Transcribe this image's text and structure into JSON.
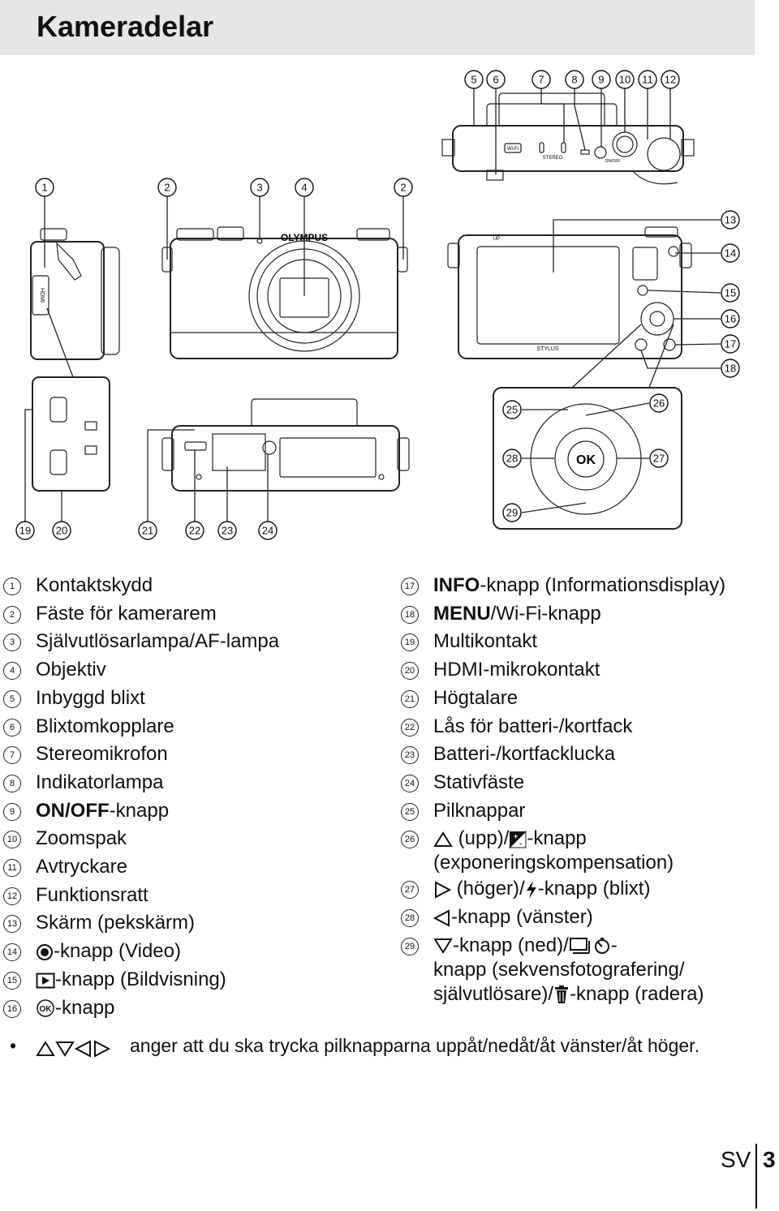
{
  "header": {
    "title": "Kameradelar"
  },
  "callouts": {
    "top": [
      "5",
      "6",
      "7",
      "8",
      "9",
      "10",
      "11",
      "12"
    ],
    "front": [
      "1",
      "2",
      "3",
      "4",
      "2"
    ],
    "back": [
      "13",
      "14",
      "15",
      "16",
      "17",
      "18"
    ],
    "bottom": [
      "19",
      "20",
      "21",
      "22",
      "23",
      "24"
    ],
    "dial": [
      "25",
      "26",
      "27",
      "28",
      "29"
    ]
  },
  "camera_labels": {
    "brand": "OLYMPUS",
    "model": "STYLUS",
    "dial_center": "OK",
    "port": "HDMI",
    "wifi": "Wi-Fi",
    "stereo": "STEREO",
    "flash_up": "UP",
    "onoff": "ON/OFF"
  },
  "left_items": [
    {
      "num": "1",
      "text": "Kontaktskydd"
    },
    {
      "num": "2",
      "text": "Fäste för kamerarem"
    },
    {
      "num": "3",
      "text": "Självutlösarlampa/AF-lampa"
    },
    {
      "num": "4",
      "text": "Objektiv"
    },
    {
      "num": "5",
      "text": "Inbyggd blixt"
    },
    {
      "num": "6",
      "text": "Blixtomkopplare"
    },
    {
      "num": "7",
      "text": "Stereomikrofon"
    },
    {
      "num": "8",
      "text": "Indikatorlampa"
    },
    {
      "num": "9",
      "bold": "ON/OFF",
      "text": "-knapp"
    },
    {
      "num": "10",
      "text": "Zoomspak"
    },
    {
      "num": "11",
      "text": "Avtryckare"
    },
    {
      "num": "12",
      "text": "Funktionsratt"
    },
    {
      "num": "13",
      "text": "Skärm (pekskärm)"
    },
    {
      "num": "14",
      "icon": "movie-icon",
      "text": "-knapp (Video)"
    },
    {
      "num": "15",
      "icon": "playback-icon",
      "text": "-knapp (Bildvisning)"
    },
    {
      "num": "16",
      "icon": "ok-icon",
      "text": "-knapp"
    }
  ],
  "right_items": [
    {
      "num": "17",
      "bold": "INFO",
      "text": "-knapp (Informationsdisplay)"
    },
    {
      "num": "18",
      "bold": "MENU",
      "text": "/Wi-Fi-knapp"
    },
    {
      "num": "19",
      "text": "Multikontakt"
    },
    {
      "num": "20",
      "text": "HDMI-mikrokontakt"
    },
    {
      "num": "21",
      "text": "Högtalare"
    },
    {
      "num": "22",
      "text": "Lås för batteri-/kortfack"
    },
    {
      "num": "23",
      "text": "Batteri-/kortfacklucka"
    },
    {
      "num": "24",
      "text": "Stativfäste"
    },
    {
      "num": "25",
      "text": "Pilknappar"
    },
    {
      "num": "26",
      "a": "(upp)/",
      "b": "-knapp",
      "c": "(exponeringskompensation)"
    },
    {
      "num": "27",
      "a": "(höger)/",
      "b": "-knapp (blixt)"
    },
    {
      "num": "28",
      "a": "-knapp (vänster)"
    },
    {
      "num": "29",
      "a": "-knapp (ned)/",
      "b": "-",
      "c": "knapp (sekvensfotografering/",
      "d": "självutlösare)/",
      "e": "-knapp (radera)"
    }
  ],
  "note": {
    "bullet": "•",
    "text": "anger att du ska trycka pilknapparna uppåt/nedåt/åt vänster/åt höger."
  },
  "footer": {
    "lang": "SV",
    "page": "3"
  }
}
